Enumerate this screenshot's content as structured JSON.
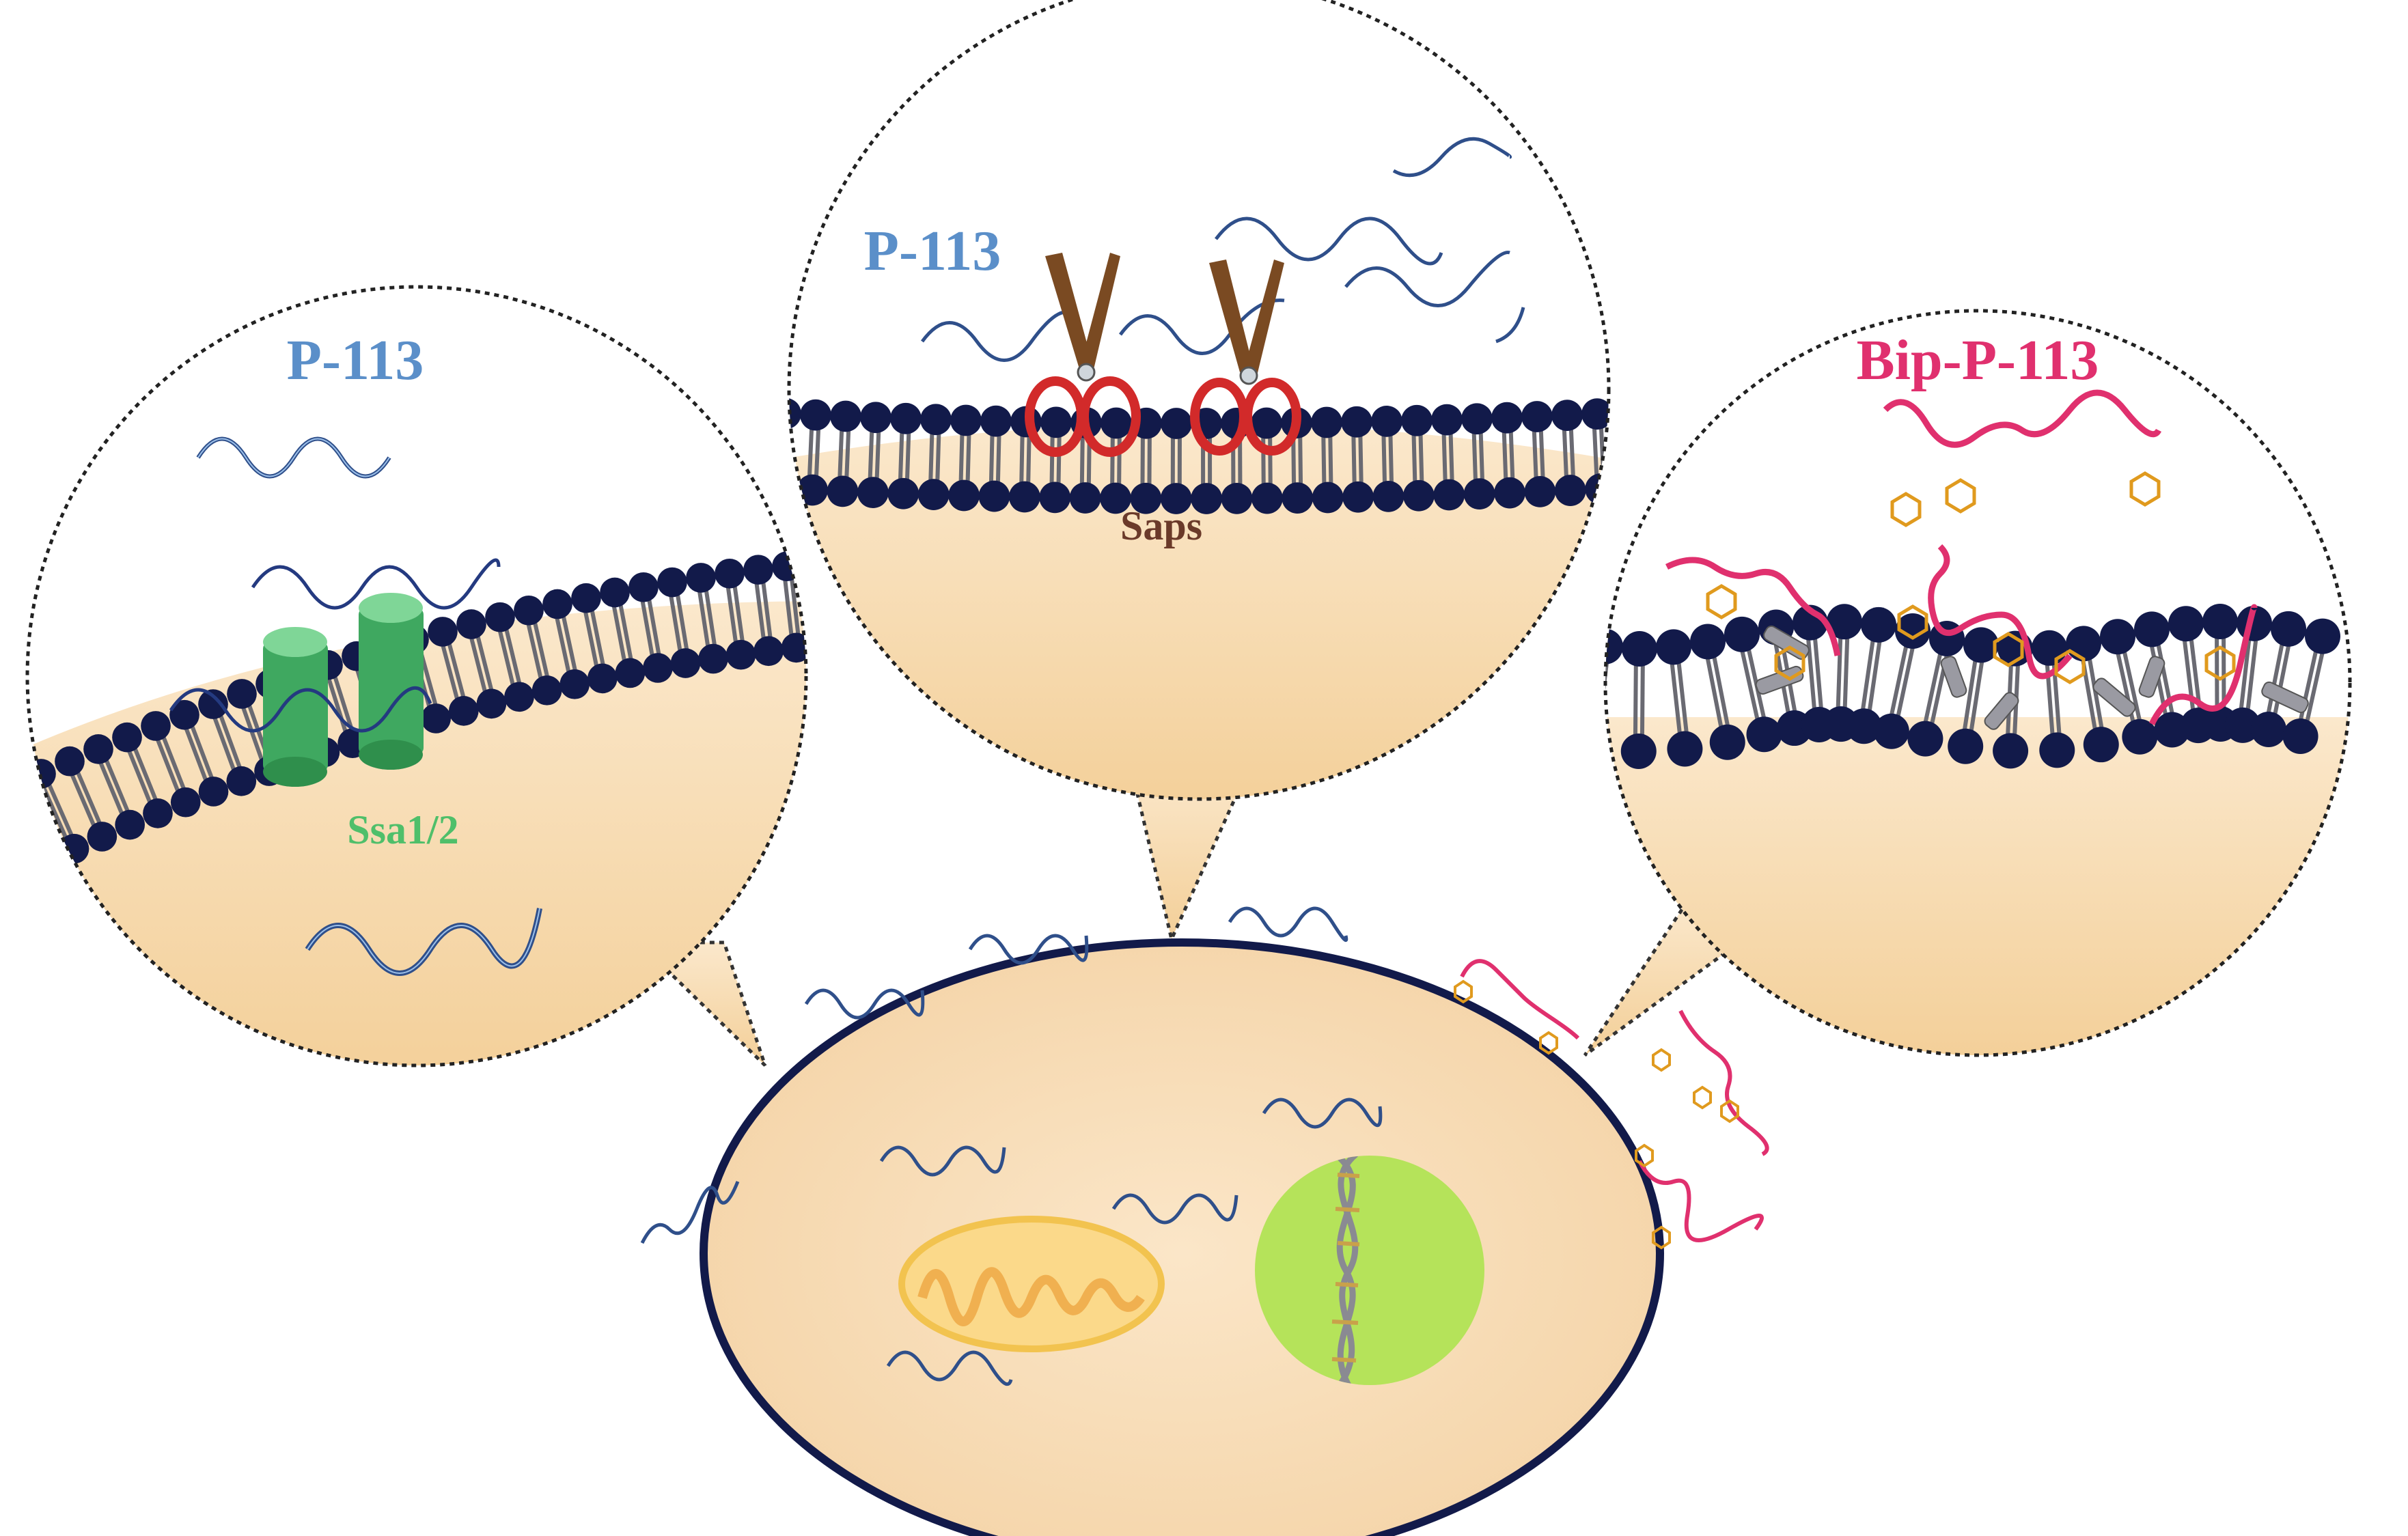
{
  "labels": {
    "left_peptide": "P-113",
    "top_peptide": "P-113",
    "right_peptide": "Bip-P-113",
    "ssa": "Ssa1/2",
    "saps": "Saps"
  },
  "colors": {
    "peptide": "#5b8fc9",
    "bip_peptide": "#e0306e",
    "ssa": "#4fbf6a",
    "saps": "#6b3a2a",
    "membrane_head": "#121a4a",
    "cytoplasm": "#f7dcb4",
    "nucleus": "#b5e35a",
    "mitochondrion": "#f7c96a"
  },
  "icons": [
    "scissors-icon",
    "lipid-bilayer-icon",
    "cylinder-channel-icon",
    "mitochondrion-icon",
    "dna-helix-icon",
    "benzene-ring-icon"
  ]
}
